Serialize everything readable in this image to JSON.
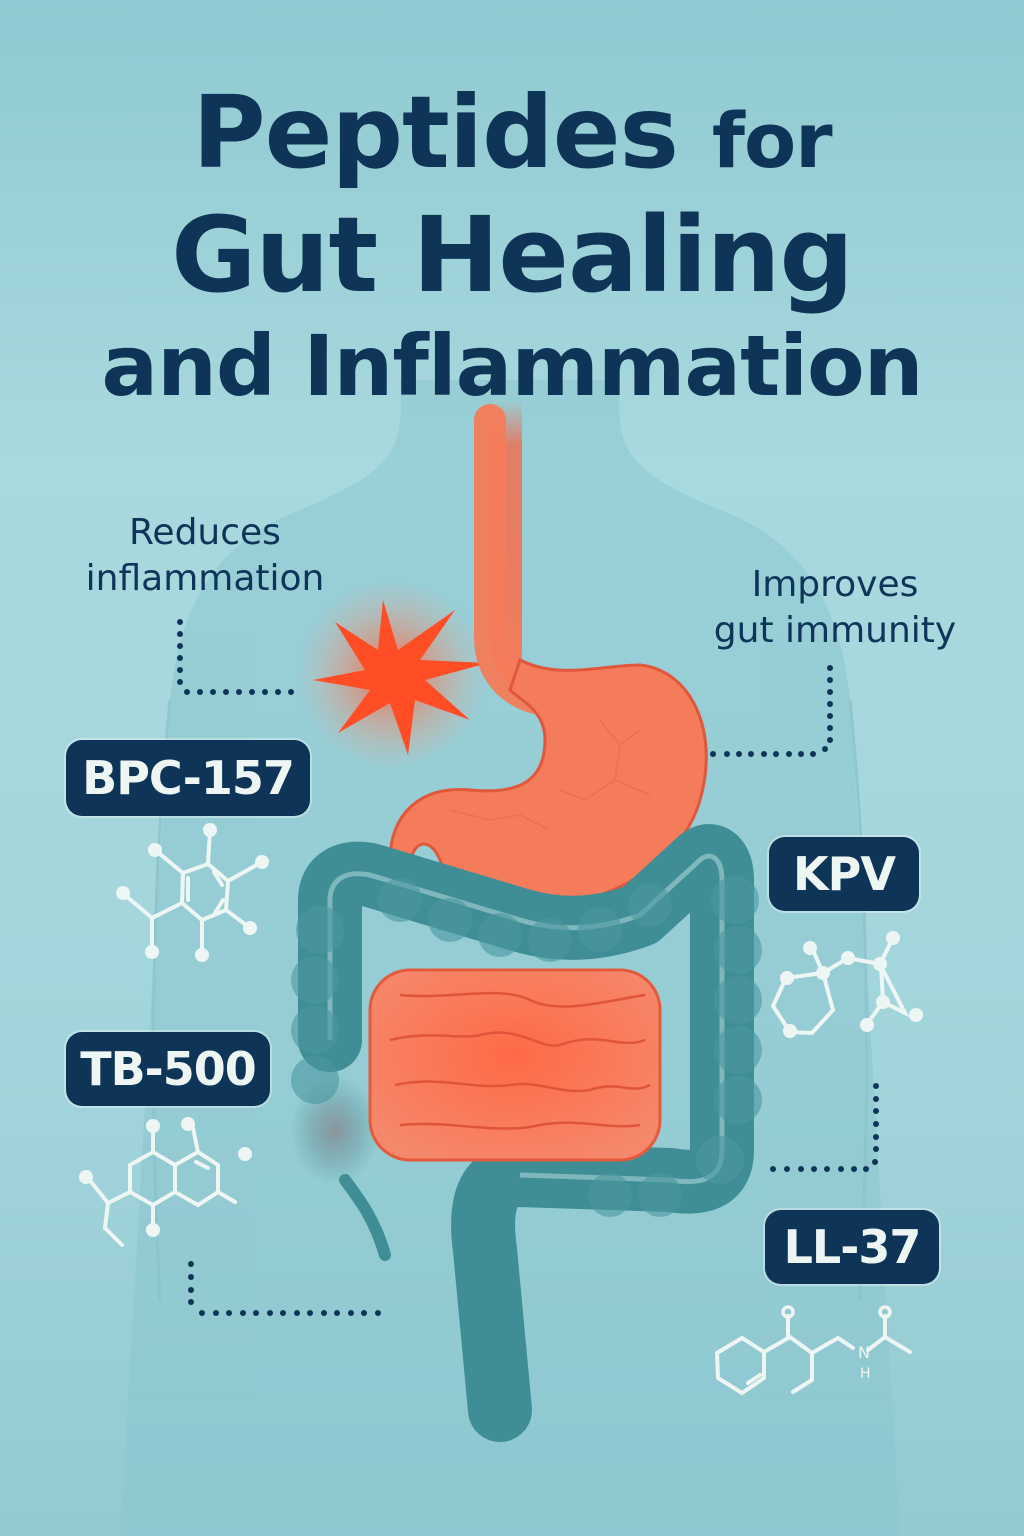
{
  "title": {
    "line1_main": "Peptides",
    "line1_small": "for",
    "line2": "Gut Healing",
    "line3": "and Inflammation"
  },
  "callouts": {
    "left": {
      "line1": "Reduces",
      "line2": "inflammation"
    },
    "right": {
      "line1": "Improves",
      "line2": "gut immunity"
    }
  },
  "peptides": [
    {
      "label": "BPC-157",
      "icon": "molecule-benzene-icon"
    },
    {
      "label": "TB-500",
      "icon": "molecule-bicyclic-icon"
    },
    {
      "label": "KPV",
      "icon": "molecule-ring-chain-icon"
    },
    {
      "label": "LL-37",
      "icon": "molecule-amide-icon"
    }
  ],
  "colors": {
    "background": "#a2d5db",
    "navy": "#0e3558",
    "organ_orange": "#f47c5a",
    "inflammation_red": "#ff4a25",
    "colon_teal": "#3f8d95",
    "molecule_white": "#eef6f4"
  }
}
